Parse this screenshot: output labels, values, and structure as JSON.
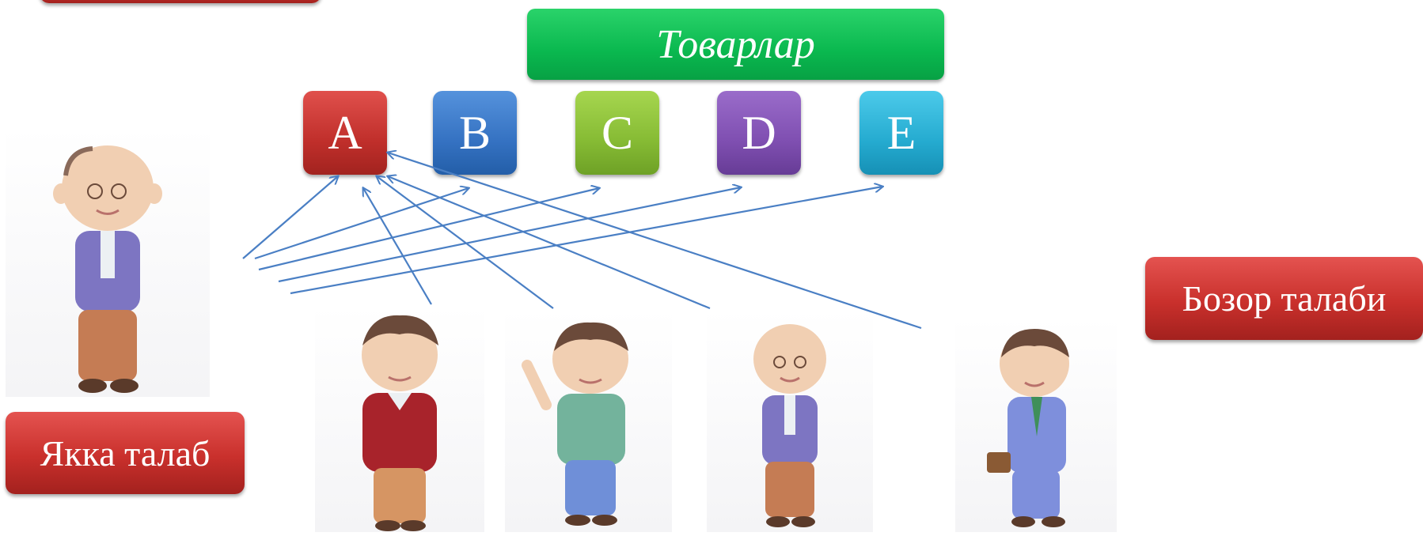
{
  "title": "Товарлар",
  "goods": [
    "A",
    "B",
    "C",
    "D",
    "E"
  ],
  "labels": {
    "individual_demand": "Якка талаб",
    "market_demand": "Бозор талаби"
  },
  "colors": {
    "title_green": "#0ab84f",
    "label_red": "#c9302c",
    "arrow_blue": "#4a7fc4",
    "good_a": "#cc3a37",
    "good_b": "#3a78c6",
    "good_c": "#8cbf3a",
    "good_d": "#8555b6",
    "good_e": "#2bafd2"
  }
}
